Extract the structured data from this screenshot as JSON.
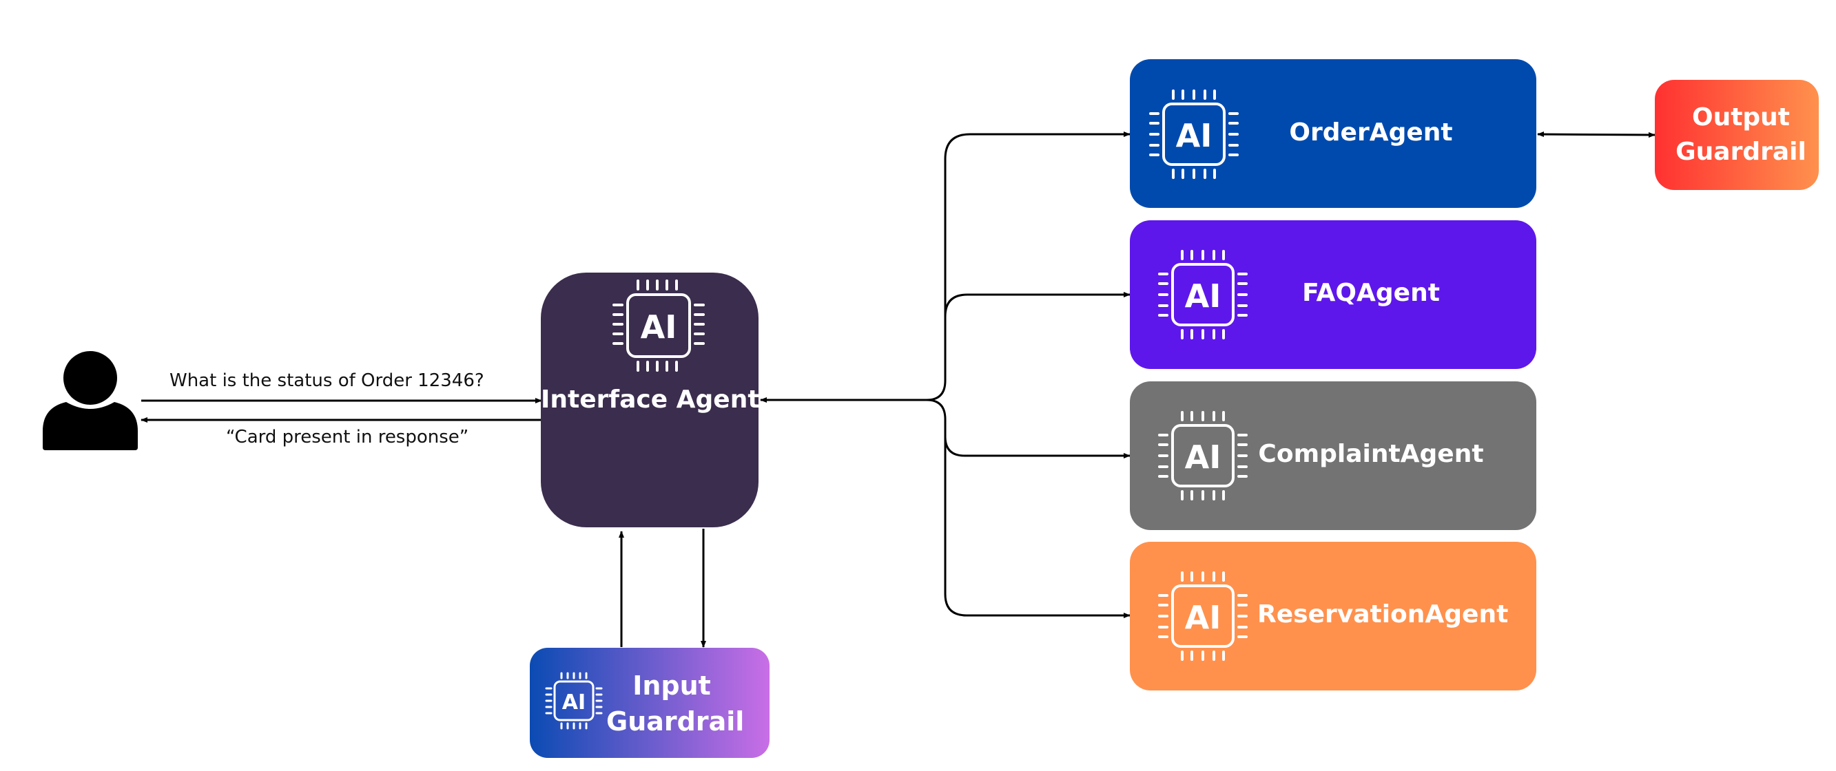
{
  "user": {
    "icon": "user-icon"
  },
  "messages": {
    "request": "What is the status of Order 12346?",
    "response": "“Card present in response”"
  },
  "interface_agent": {
    "label": "Interface Agent",
    "chip_text": "AI",
    "color": "#3b2d4d"
  },
  "input_guardrail": {
    "label_line1": "Input",
    "label_line2": "Guardrail",
    "chip_text": "AI",
    "gradient": [
      "#0b4bb3",
      "#c96ee6"
    ]
  },
  "agents": [
    {
      "label": "OrderAgent",
      "chip_text": "AI",
      "color": "#004aad"
    },
    {
      "label": "FAQAgent",
      "chip_text": "AI",
      "color": "#5e17eb"
    },
    {
      "label": "ComplaintAgent",
      "chip_text": "AI",
      "color": "#737373"
    },
    {
      "label": "ReservationAgent",
      "chip_text": "AI",
      "color": "#ff914d"
    }
  ],
  "output_guardrail": {
    "label_line1": "Output",
    "label_line2": "Guardrail",
    "gradient": [
      "#ff3131",
      "#ff914d"
    ]
  },
  "icons": [
    "user-icon",
    "ai-chip-icon"
  ]
}
